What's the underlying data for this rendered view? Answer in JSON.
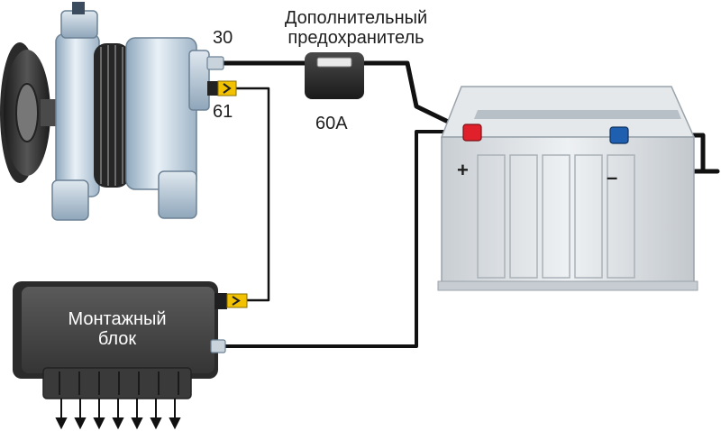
{
  "labels": {
    "terminal_30": "30",
    "terminal_61": "61",
    "fuse_title_line1": "Дополнительный",
    "fuse_title_line2": "предохранитель",
    "fuse_rating": "60А",
    "battery_plus": "+",
    "battery_minus": "–",
    "block_line1": "Монтажный",
    "block_line2": "блок"
  },
  "colors": {
    "wire": "#111111",
    "positive_terminal": "#e0202a",
    "negative_terminal": "#1f5fb0",
    "connector": "#f2c200",
    "block_body": "#4a4a4a"
  }
}
